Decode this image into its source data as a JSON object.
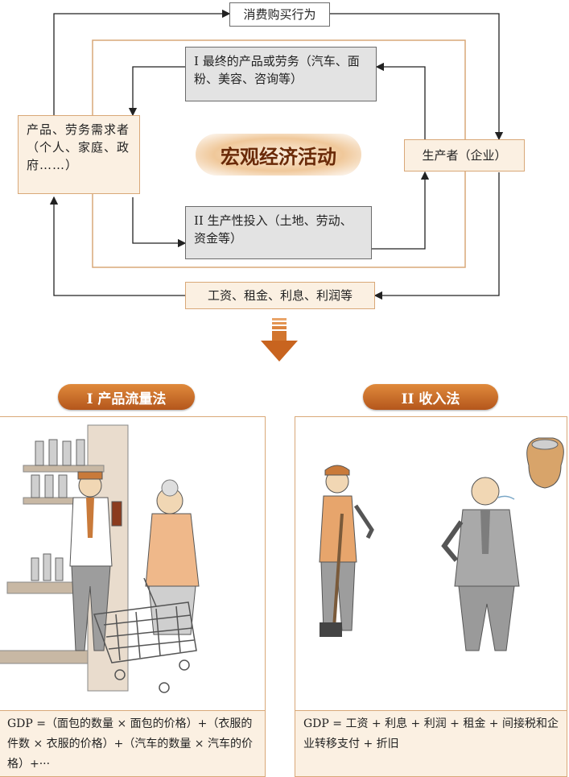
{
  "diagram": {
    "top_label": "消费购买行为",
    "products_box": "I 最终的产品或劳务（汽车、面粉、美容、咨询等）",
    "center_title": "宏观经济活动",
    "consumers_box": "产品、劳务需求者（个人、家庭、政府……）",
    "producer_box": "生产者（企业）",
    "inputs_box": "II 生产性投入（土地、劳动、资金等）",
    "bottom_label": "工资、租金、利息、利润等"
  },
  "methods": {
    "left": {
      "banner": "I 产品流量法",
      "formula": "GDP =（面包的数量 × 面包的价格）+（衣服的件数 × 衣服的价格）+（汽车的数量 × 汽车的价格）+···"
    },
    "right": {
      "banner": "II 收入法",
      "formula": "GDP = 工资 + 利息 + 利润 + 租金 + 间接税和企业转移支付 + 折旧"
    }
  },
  "colors": {
    "accent_orange": "#c8641f",
    "tan_fill": "#fbf0e2",
    "tan_border": "#d9a878",
    "grey_fill": "#e3e3e3"
  }
}
